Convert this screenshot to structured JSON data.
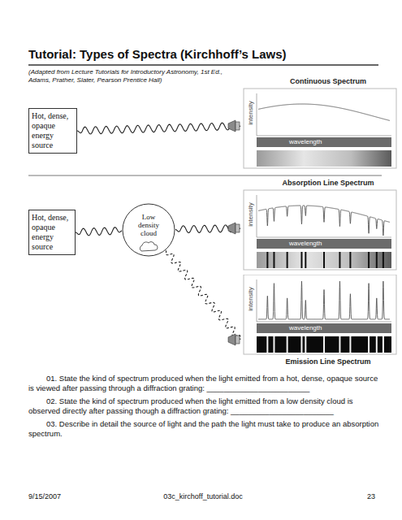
{
  "diagram": {
    "title": "Tutorial: Types of Spectra (Kirchhoff’s Laws)",
    "nodes": [
      {
        "text": [
          "Hot, dense, opaque energy source"
        ]
      },
      {
        "text": [
          "Continuous Spectrum",
          "intensity",
          "wavelength"
        ]
      },
      {
        "text": [
          "Hot, dense, opaque energy source"
        ]
      },
      {
        "text": [
          "Low density cloud"
        ]
      },
      {
        "text": [
          "Absorption Line Spectrum",
          "intensity",
          "wavelength"
        ]
      },
      {
        "text": [
          "Emission Line Spectrum",
          "intensity",
          "wavelength"
        ]
      }
    ],
    "edges": [
      {
        "from": 0,
        "to": 1,
        "arrow": "none"
      },
      {
        "from": 2,
        "to": 3,
        "arrow": "none"
      },
      {
        "from": 3,
        "to": 4,
        "arrow": "none"
      },
      {
        "from": 3,
        "to": 5,
        "arrow": "none"
      }
    ],
    "labels": [
      "(Adapted from Lecture Tutorials for Introductory Astronomy, 1st Ed., Adams, Prather, Slater, Pearson Prentice Hall)",
      "01.  State the kind of spectrum produced when the light emitted from a hot, dense, opaque source is viewed after passing through a diffraction grating: ________________________",
      "02.  State the kind of spectrum produced when the light emitted from a low density cloud is observed directly after passing though a diffraction grating: ________________________",
      "03.  Describe in detail the source of light and the path the light must take to produce an absorption spectrum.",
      "9/15/2007",
      "03c_kirchoff_tutorial.doc",
      "23"
    ]
  }
}
